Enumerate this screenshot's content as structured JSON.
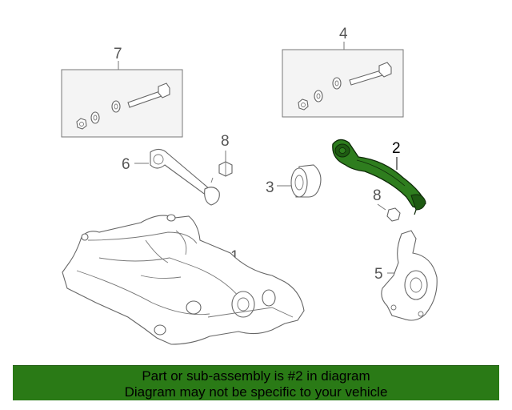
{
  "diagram": {
    "callouts": [
      "1",
      "2",
      "3",
      "4",
      "5",
      "6",
      "7",
      "8",
      "8"
    ],
    "highlight_color": "#2e7d1e"
  },
  "banner": {
    "line1": "Part or sub-assembly is #2 in diagram",
    "line2": "Diagram may not be specific to your vehicle",
    "background": "#2a7a16"
  }
}
